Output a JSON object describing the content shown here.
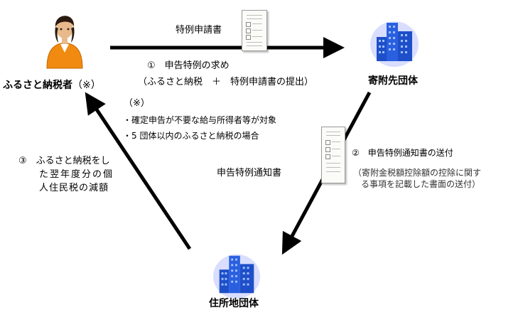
{
  "nodes": {
    "taxpayer": {
      "label": "ふるさと納税者",
      "suffix": "（※）"
    },
    "donation_target": {
      "label": "寄附先団体"
    },
    "residence": {
      "label": "住所地団体"
    }
  },
  "top_edge": {
    "doc_label": "特例申請書",
    "step": "①　申告特例の求め",
    "detail": "（ふるさと納税　＋　特例申請書の提出）"
  },
  "note": {
    "mark": "（※）",
    "lines": [
      "・確定申告が不要な給与所得者等が対象",
      "・5 団体以内のふるさと納税の場合"
    ]
  },
  "right_edge": {
    "doc_label": "申告特例通知書",
    "step": "②　申告特例通知書の送付",
    "detail_lines": [
      "（寄附金税額控除額の控除に関す",
      "る事項を記載した書面の送付）"
    ]
  },
  "left_edge": {
    "lines": [
      "③　ふるさと納税をし",
      "た翌年度分の個",
      "人住民税の減額"
    ]
  },
  "colors": {
    "arrow": "#000000",
    "building": "#1f4fc8",
    "glow": "#cfd6ff",
    "person_shirt": "#f08a10"
  }
}
